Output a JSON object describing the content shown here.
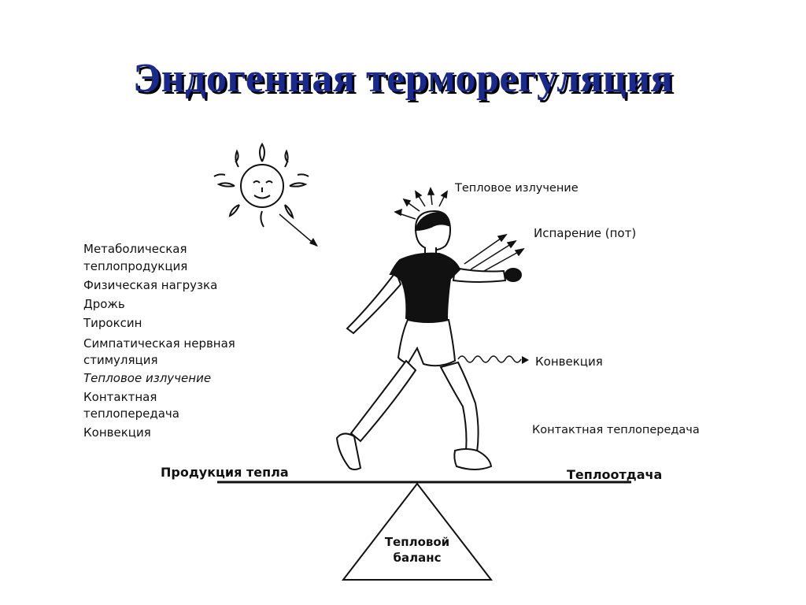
{
  "title": "Эндогенная терморегуляция",
  "left_factors": [
    "Метаболическая",
    "теплопродукция",
    "Физическая нагрузка",
    "Дрожь",
    "Тироксин",
    "Симпатическая нервная",
    "стимуляция",
    "Тепловое излучение",
    "Контактная",
    "теплопередача",
    "Конвекция"
  ],
  "right_labels": {
    "radiation": "Тепловое излучение",
    "evaporation": "Испарение (пот)",
    "convection": "Конвекция",
    "contact": "Контактная теплопередача"
  },
  "balance": {
    "left": "Продукция тепла",
    "right": "Теплоотдача",
    "fulcrum_line1": "Тепловой",
    "fulcrum_line2": "баланс"
  }
}
